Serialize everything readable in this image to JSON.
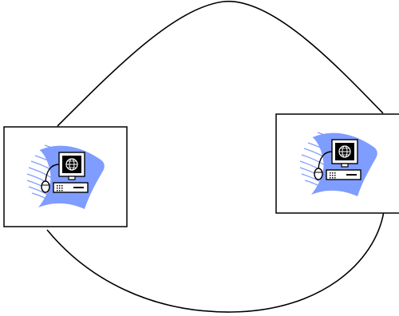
{
  "diagram": {
    "nodes": [
      {
        "id": "computer-left",
        "icon": "networked-computer-icon"
      },
      {
        "id": "computer-right",
        "icon": "networked-computer-icon"
      }
    ],
    "links": [
      {
        "from": "computer-left",
        "to": "computer-right",
        "route": "upper-arc"
      },
      {
        "from": "computer-left",
        "to": "computer-right",
        "route": "lower-arc"
      }
    ],
    "colors": {
      "line": "#000000",
      "box_fill": "#ffffff",
      "wave": "#7f9cff",
      "monitor_screen": "#000000"
    }
  }
}
